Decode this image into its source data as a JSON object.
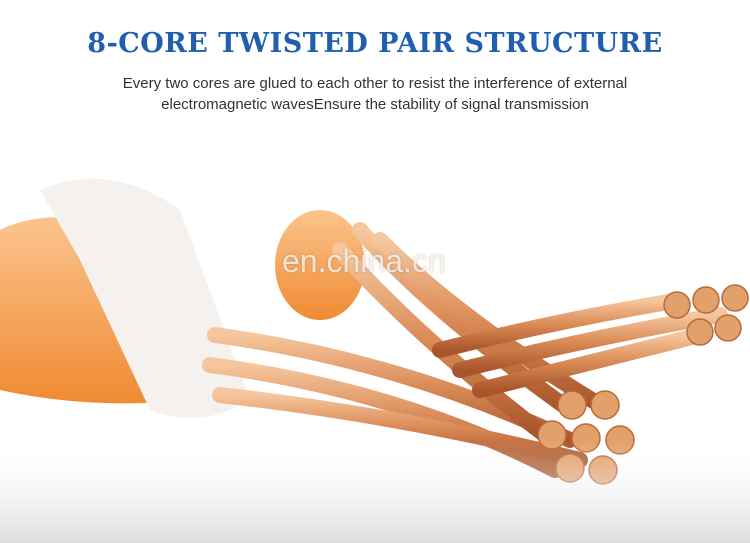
{
  "header": {
    "title": "8-Core Twisted Pair Structure",
    "subtitle_line1": "Every two cores are glued to each other to resist the interference of external",
    "subtitle_line2": "electromagnetic wavesEnsure the stability of signal transmission"
  },
  "watermark": "en.china.cn",
  "colors": {
    "title": "#1f5fae",
    "jacket": "#f39a4a",
    "copper": "#d98a55"
  }
}
